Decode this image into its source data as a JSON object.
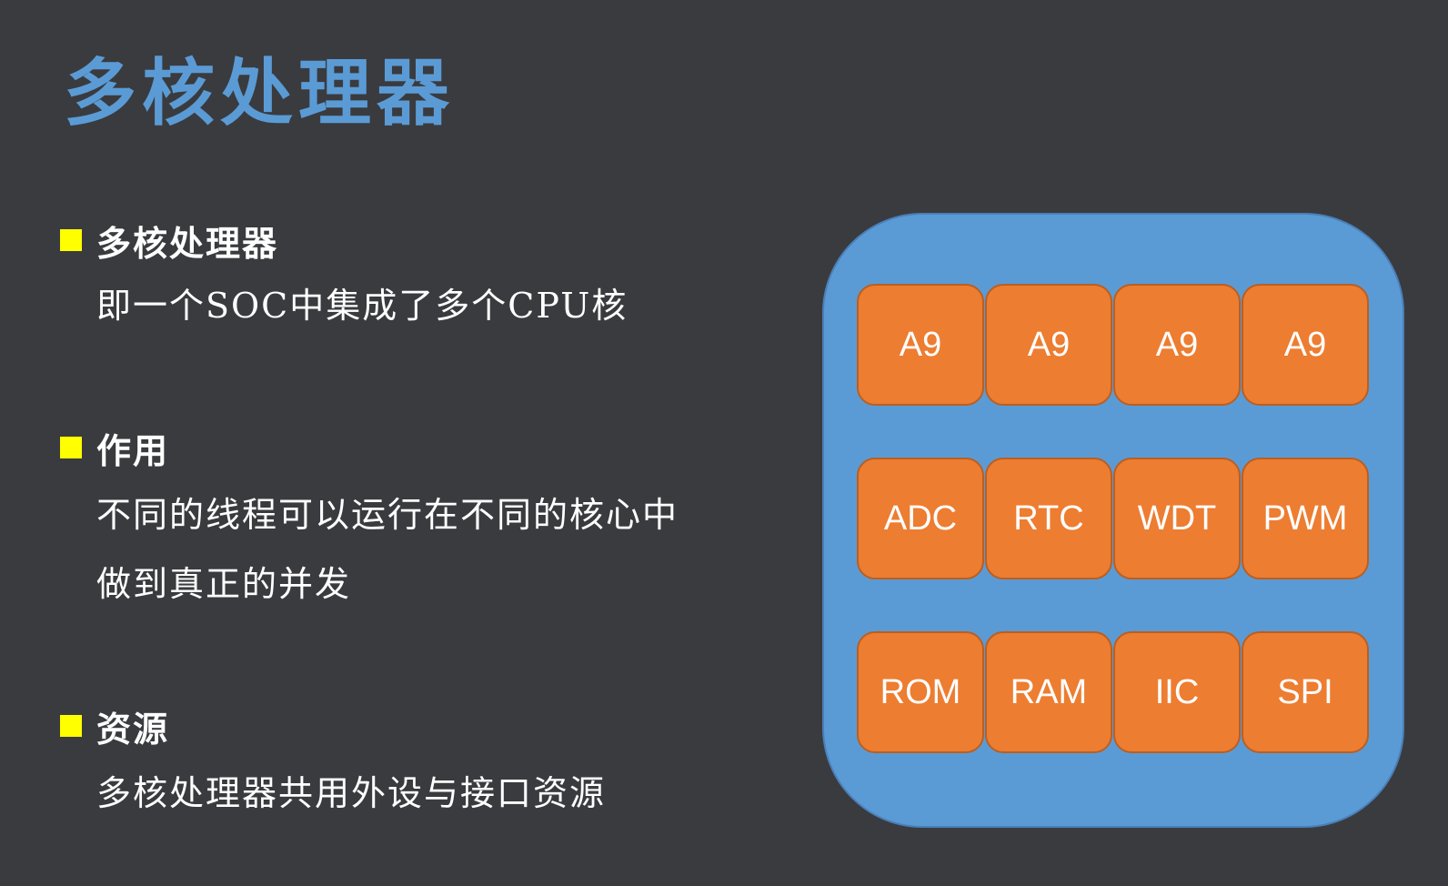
{
  "title": "多核处理器",
  "bullets": [
    {
      "heading": "多核处理器",
      "lines": [
        "即一个SOC中集成了多个CPU核"
      ]
    },
    {
      "heading": "作用",
      "lines": [
        "不同的线程可以运行在不同的核心中",
        "做到真正的并发"
      ]
    },
    {
      "heading": "资源",
      "lines": [
        "多核处理器共用外设与接口资源"
      ]
    }
  ],
  "chip": {
    "rows": [
      [
        "A9",
        "A9",
        "A9",
        "A9"
      ],
      [
        "ADC",
        "RTC",
        "WDT",
        "PWM"
      ],
      [
        "ROM",
        "RAM",
        "IIC",
        "SPI"
      ]
    ]
  },
  "colors": {
    "background": "#3a3b3f",
    "title": "#5b9bd5",
    "bullet": "#ffff00",
    "chip": "#5b9bd5",
    "block": "#ed7d31",
    "text": "#ffffff"
  }
}
